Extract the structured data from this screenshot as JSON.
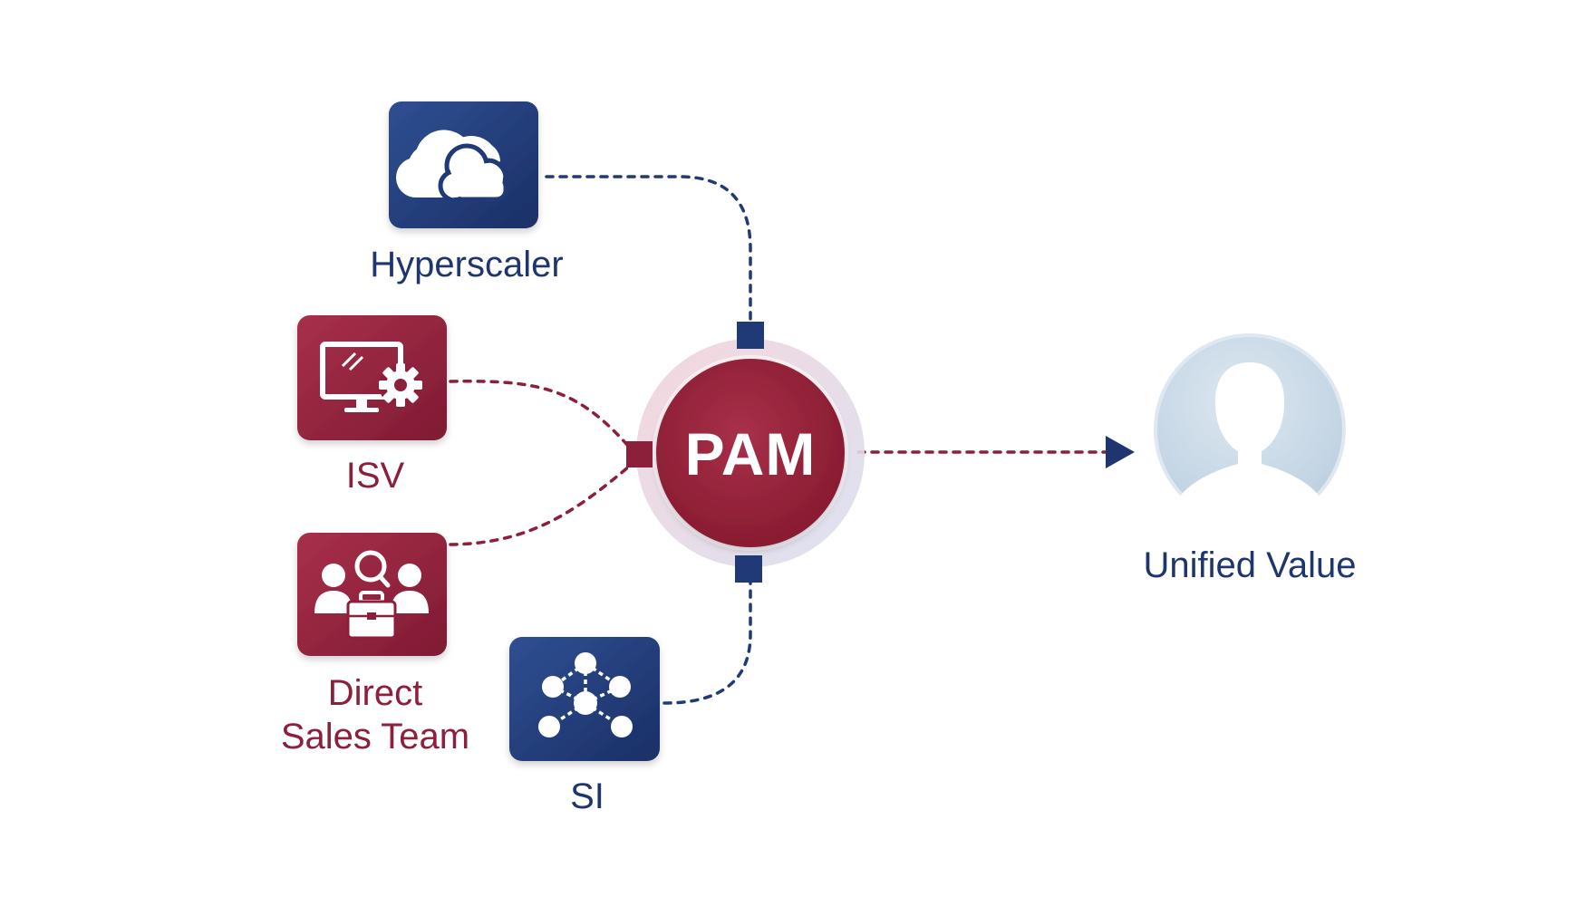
{
  "diagram": {
    "center": {
      "label": "PAM"
    },
    "nodes": {
      "hyperscaler": {
        "label": "Hyperscaler",
        "icon": "cloud-icon"
      },
      "isv": {
        "label": "ISV",
        "icon": "monitor-gear-icon"
      },
      "direct_sales": {
        "label_line1": "Direct",
        "label_line2": "Sales Team",
        "icon": "team-briefcase-icon"
      },
      "si": {
        "label": "SI",
        "icon": "network-nodes-icon"
      }
    },
    "output": {
      "label": "Unified Value",
      "icon": "user-silhouette-icon"
    }
  },
  "colors": {
    "navy": "#203a78",
    "crimson": "#8c1f3a",
    "pam_red": "#962336",
    "avatar_blue": "#c9d9e6"
  }
}
